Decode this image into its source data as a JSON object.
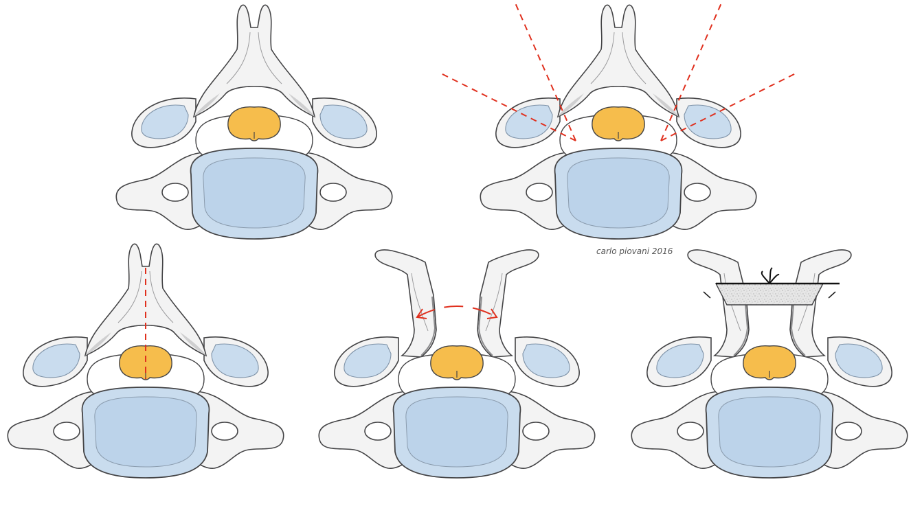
{
  "colors": {
    "bone": "#f3f3f3",
    "bone_shadow": "#d9d9da",
    "outline": "#444446",
    "vertebral_body": "#c9dcee",
    "vertebral_body_inner": "#bcd3ea",
    "spinal_cord": "#f6bd4c",
    "cut_line": "#e0301e",
    "graft": "#e4e4e4"
  },
  "signature": "carlo piovani 2016",
  "panels": [
    {
      "name": "intact-vertebra-panel",
      "icon": "vertebra-icon"
    },
    {
      "name": "lateral-cuts-panel",
      "icon": "vertebra-icon"
    },
    {
      "name": "midline-split-panel",
      "icon": "vertebra-icon"
    },
    {
      "name": "laminae-opened-panel",
      "icon": "opened-vertebra-icon"
    },
    {
      "name": "graft-fixed-panel",
      "icon": "grafted-vertebra-icon"
    }
  ]
}
